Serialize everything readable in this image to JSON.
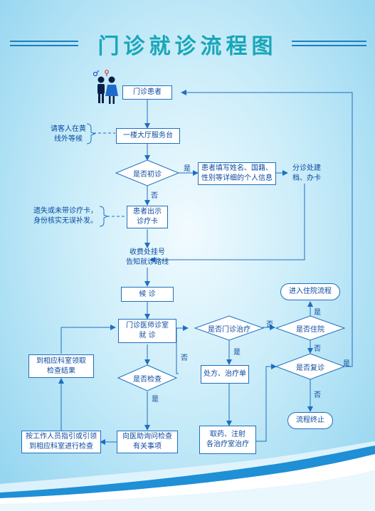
{
  "title": "门诊就诊流程图",
  "nodes": {
    "outpatient": "门诊患者",
    "lobby_desk": "一楼大厅服务台",
    "first_visit_q": "是否初诊",
    "fill_info": "患者填写姓名、国籍、\n性别等详细的个人信息",
    "branch_card": "分诊处建\n档、办卡",
    "show_card": "患者出示\n诊疗卡",
    "register": "收费处挂号\n告知就诊路线",
    "wait": "候 诊",
    "doctor": "门诊医师诊室\n就 诊",
    "check_q": "是否检查",
    "consult_check": "向医助询问检查\n有关事项",
    "staff_guide": "按工作人员指引或引领\n到相应科室进行检查",
    "collect_result": "到相应科室领取\n检查结果",
    "treatment_q": "是否门诊治疗",
    "prescription": "处方、治疗单",
    "take_meds": "取药、注射\n各治疗室治疗",
    "inpatient_q": "是否住院",
    "inpatient_flow": "进入住院流程",
    "revisit_q": "是否复诊",
    "end": "流程终止"
  },
  "notes": {
    "wait_yellow_line": "请客人在黄\n线外等候",
    "lost_card": "遗失或未带诊疗卡，\n身份核实无误补发。"
  },
  "edge_labels": {
    "first_yes": "是",
    "first_no": "否",
    "treat_no": "否",
    "treat_yes": "是",
    "check_no": "否",
    "check_yes": "是",
    "inpatient_yes": "是",
    "inpatient_no": "否",
    "revisit_yes": "是",
    "revisit_no": "否"
  },
  "colors": {
    "line": "#1e6fbf",
    "title": "#19a6b8",
    "text": "#0b4aa0"
  }
}
